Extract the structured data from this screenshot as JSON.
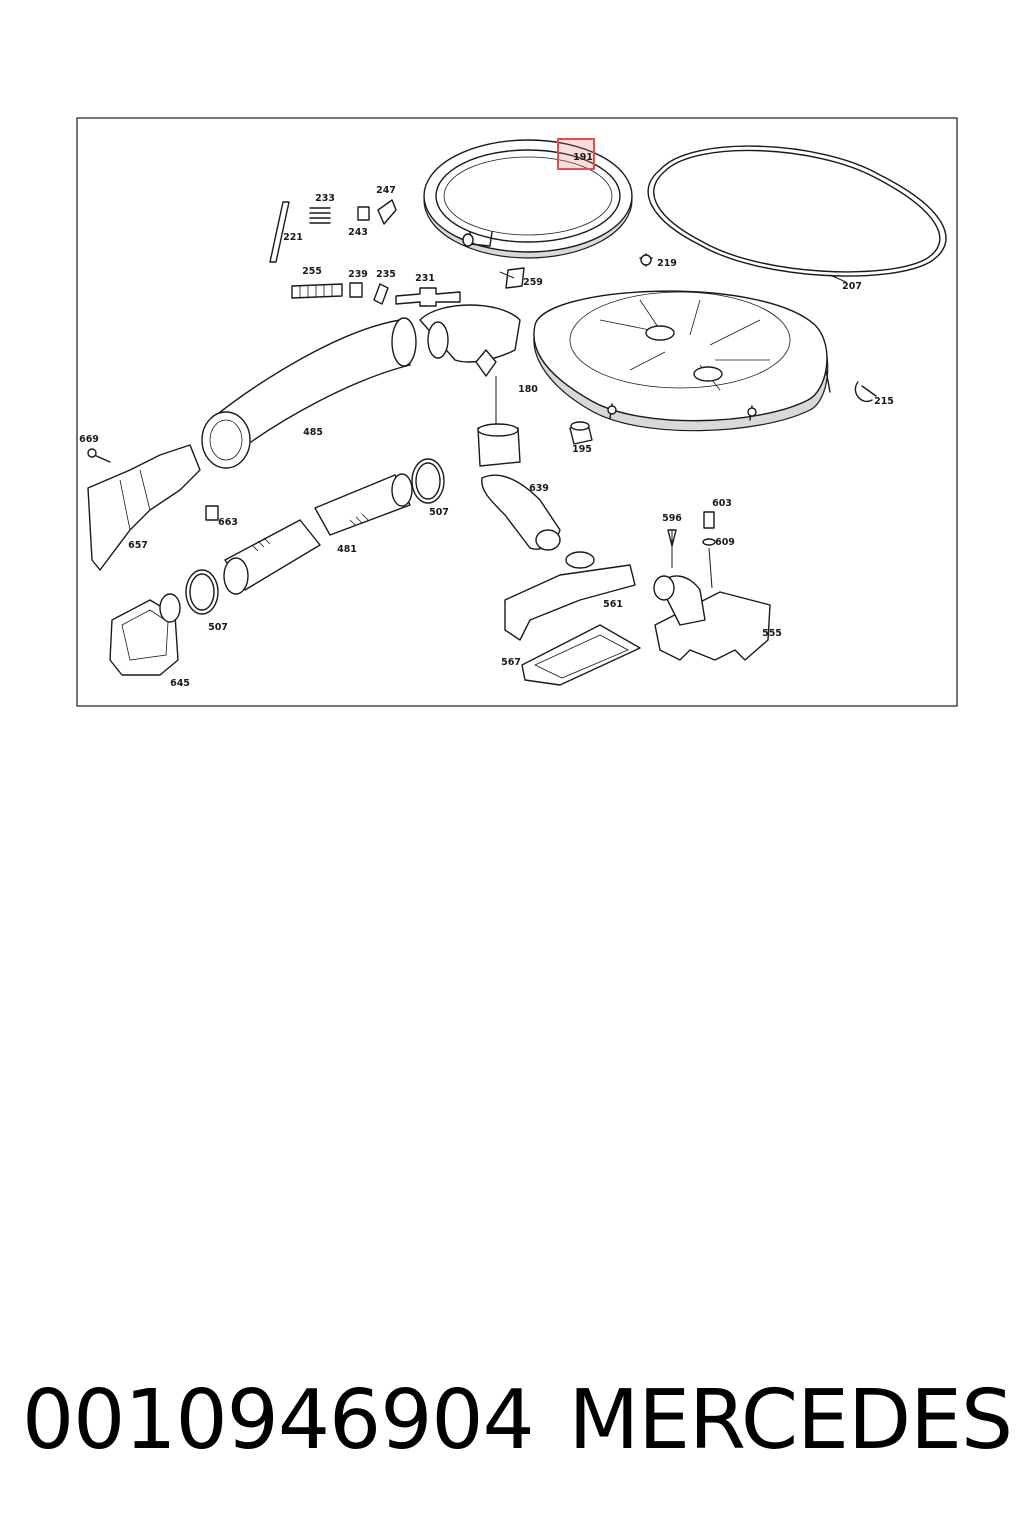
{
  "diagram": {
    "highlighted_part": "191",
    "parts": [
      {
        "id": "p191",
        "label": "191"
      },
      {
        "id": "p207",
        "label": "207"
      },
      {
        "id": "p219",
        "label": "219"
      },
      {
        "id": "p221",
        "label": "221"
      },
      {
        "id": "p233",
        "label": "233"
      },
      {
        "id": "p243",
        "label": "243"
      },
      {
        "id": "p247",
        "label": "247"
      },
      {
        "id": "p259",
        "label": "259"
      },
      {
        "id": "p255",
        "label": "255"
      },
      {
        "id": "p239",
        "label": "239"
      },
      {
        "id": "p235",
        "label": "235"
      },
      {
        "id": "p231",
        "label": "231"
      },
      {
        "id": "p180",
        "label": "180"
      },
      {
        "id": "p215",
        "label": "215"
      },
      {
        "id": "p485",
        "label": "485"
      },
      {
        "id": "p195",
        "label": "195"
      },
      {
        "id": "p669",
        "label": "669"
      },
      {
        "id": "p639",
        "label": "639"
      },
      {
        "id": "p663",
        "label": "663"
      },
      {
        "id": "p507a",
        "label": "507"
      },
      {
        "id": "p657",
        "label": "657"
      },
      {
        "id": "p481",
        "label": "481"
      },
      {
        "id": "p603",
        "label": "603"
      },
      {
        "id": "p596",
        "label": "596"
      },
      {
        "id": "p609",
        "label": "609"
      },
      {
        "id": "p507b",
        "label": "507"
      },
      {
        "id": "p561",
        "label": "561"
      },
      {
        "id": "p555",
        "label": "555"
      },
      {
        "id": "p567",
        "label": "567"
      },
      {
        "id": "p645",
        "label": "645"
      }
    ]
  },
  "caption": {
    "part_number": "0010946904",
    "brand": "MERCEDES"
  }
}
